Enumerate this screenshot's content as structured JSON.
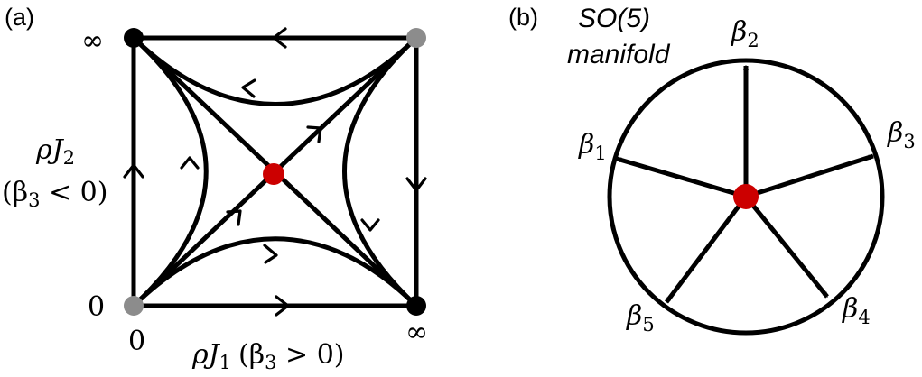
{
  "panels": {
    "a": {
      "label": "(a)",
      "corner_labels": {
        "top_left": "∞",
        "bottom_left": "0",
        "origin_below": "0",
        "bottom_right": "∞"
      },
      "x_axis": {
        "var": "ρJ",
        "sub": "1",
        "cond_open": "(β",
        "cond_sub": "3",
        "cond_rest": " > 0)"
      },
      "y_axis": {
        "var": "ρJ",
        "sub": "2",
        "cond_open": "(β",
        "cond_sub": "3",
        "cond_rest": " < 0)"
      },
      "colors": {
        "fixed_point_center": "#cc0000",
        "stable_corner": "#000000",
        "unstable_corner": "#8c8c8c"
      }
    },
    "b": {
      "label": "(b)",
      "title_group": "SO(5)",
      "title_line2": "manifold",
      "betas": [
        {
          "sym": "β",
          "sub": "1"
        },
        {
          "sym": "β",
          "sub": "2"
        },
        {
          "sym": "β",
          "sub": "3"
        },
        {
          "sym": "β",
          "sub": "4"
        },
        {
          "sym": "β",
          "sub": "5"
        }
      ],
      "colors": {
        "center": "#cc0000"
      }
    }
  }
}
